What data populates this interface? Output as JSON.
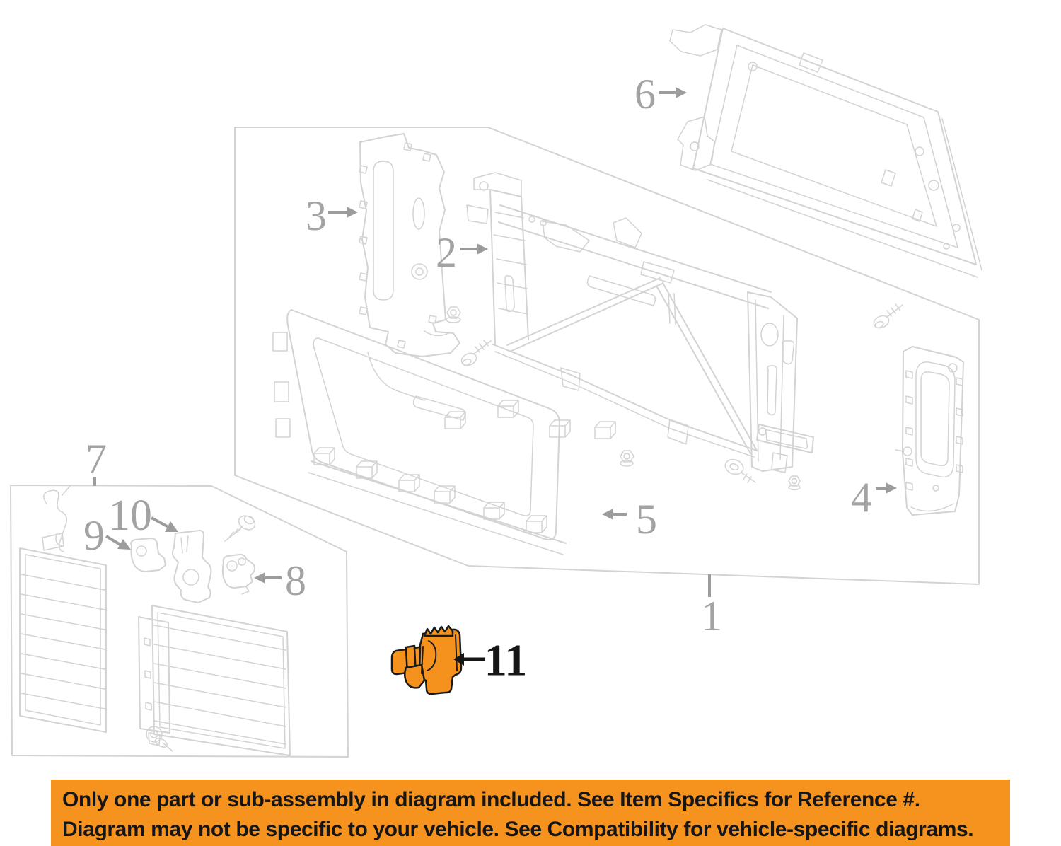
{
  "page": {
    "background": "#ffffff"
  },
  "diagram": {
    "kind": "exploded-parts-line-drawing",
    "subject": "front header panel / radiator support assembly",
    "line_color": "#d3d3d3",
    "callout_color": "#a3a3a3",
    "callouts": [
      "1",
      "2",
      "3",
      "4",
      "5",
      "6",
      "7",
      "8",
      "9",
      "10",
      "11"
    ],
    "highlighted_part": {
      "label": "11",
      "fill": "#f5921e",
      "outline": "#1a1a1a"
    }
  },
  "banner": {
    "background": "#f6921e",
    "text_color": "#161616",
    "line1": "Only one part or sub-assembly in diagram included. See Item Specifics for Reference #.",
    "line2": "Diagram may not be specific to your vehicle. See Compatibility for vehicle-specific diagrams."
  }
}
